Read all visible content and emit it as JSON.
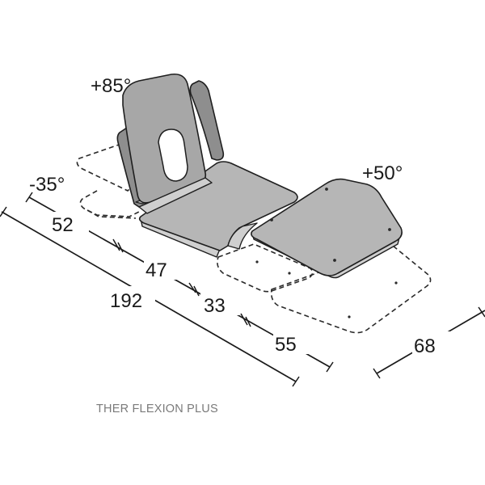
{
  "product": {
    "name": "THER FLEXION PLUS"
  },
  "angles": {
    "backrest": "+85°",
    "head_tilt": "-35°",
    "leg_tilt": "+50°"
  },
  "dimensions": {
    "head_section": "52",
    "back_section": "47",
    "seat_section": "33",
    "leg_section": "55",
    "total_length": "192",
    "width": "68"
  }
}
